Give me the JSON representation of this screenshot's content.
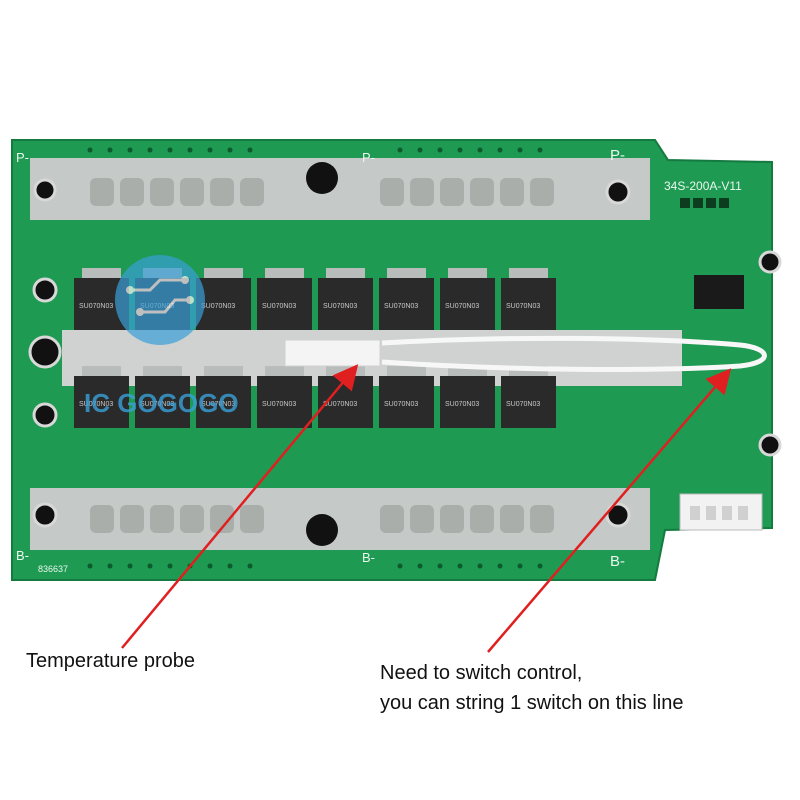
{
  "board": {
    "model": "34S-200A-V11",
    "code": "836637",
    "terminals": {
      "p_left": "P-",
      "p_mid": "P-",
      "p_right": "P-",
      "b_left": "B-",
      "b_mid": "B-",
      "b_right": "B-"
    },
    "mosfet_marking": "SU070N03",
    "mosfet_count": 16,
    "watermark": "IC GOGOGO"
  },
  "annotations": {
    "probe_label": "Temperature probe",
    "switch_label_line1": "Need to switch control,",
    "switch_label_line2": "you can string 1 switch on this line"
  },
  "colors": {
    "pcb": "#1e9a52",
    "arrow": "#e02020",
    "mosfet": "#2a2a2a",
    "copper_pad": "#c5c9c7"
  },
  "icons": {
    "logo": "circuit-logo-icon"
  }
}
